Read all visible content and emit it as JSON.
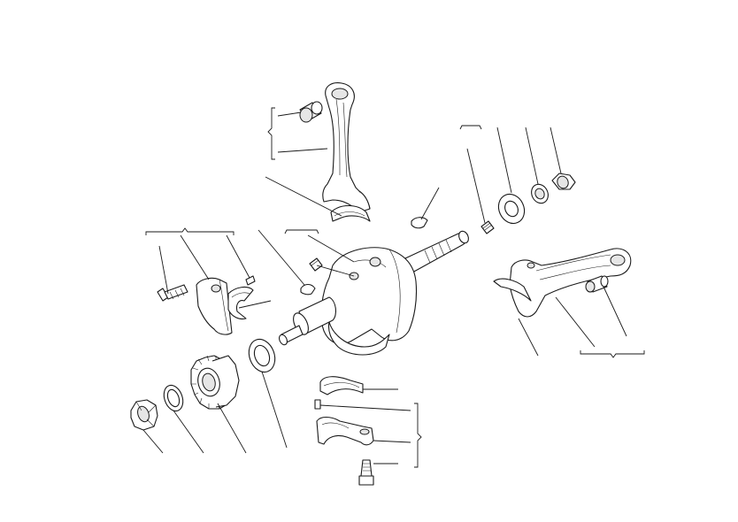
{
  "diagram": {
    "kind": "exploded-view",
    "line_color": "#1a1a1a",
    "background": "#ffffff",
    "parts": [
      "upper-connecting-rod",
      "big-end-bearing-shell-upper",
      "woodruff-key-right",
      "dowel-pin-right",
      "thrust-washer-right",
      "spacer-ring-right",
      "nut-right",
      "lower-connecting-rod",
      "main-bearing-cap-left",
      "bolt-left",
      "dowel-left",
      "bearing-shell-left",
      "woodruff-key-center",
      "plug-center",
      "crankshaft",
      "thrust-washer-left",
      "timing-gear",
      "lock-washer",
      "gear-nut",
      "bearing-shell-lower",
      "dowel-lower",
      "bearing-cap-lower",
      "bolt-lower"
    ]
  }
}
